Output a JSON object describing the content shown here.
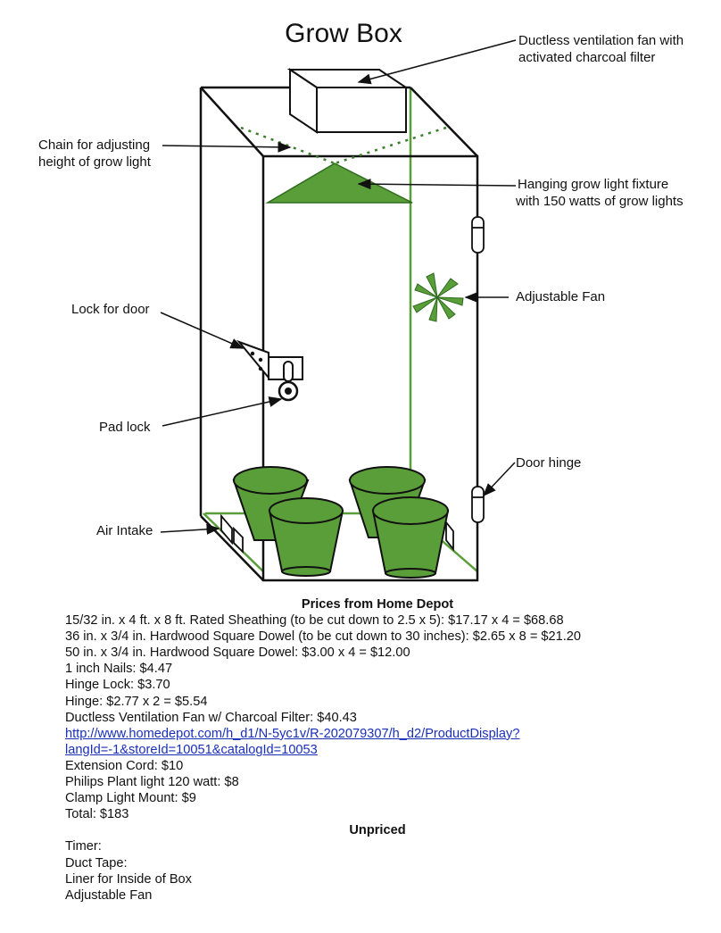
{
  "title": "Grow Box",
  "callouts": {
    "fan_filter": [
      "Ductless ventilation fan with",
      "activated charcoal filter"
    ],
    "chain": [
      "Chain for adjusting",
      "height of grow light"
    ],
    "light": [
      "Hanging grow light fixture",
      "with 150 watts of grow lights"
    ],
    "adjustable_fan": "Adjustable Fan",
    "lock": "Lock for door",
    "padlock": "Pad lock",
    "hinge": "Door hinge",
    "air_intake": "Air Intake"
  },
  "prices": {
    "heading": "Prices from Home Depot",
    "items": [
      "15/32 in. x 4 ft. x 8 ft. Rated Sheathing (to be cut down to 2.5 x 5): $17.17 x 4 = $68.68",
      "36 in. x 3/4 in. Hardwood Square Dowel (to be cut down to 30 inches): $2.65 x 8 = $21.20",
      "50 in. x 3/4 in. Hardwood Square Dowel: $3.00 x 4 = $12.00",
      "1 inch Nails: $4.47",
      "Hinge Lock: $3.70",
      "Hinge: $2.77 x 2 = $5.54",
      "Ductless Ventilation Fan w/ Charcoal Filter: $40.43"
    ],
    "link_lines": [
      "http://www.homedepot.com/h_d1/N-5yc1v/R-202079307/h_d2/ProductDisplay?",
      "langId=-1&storeId=10051&catalogId=10053"
    ],
    "items2": [
      "Extension Cord: $10",
      "Philips Plant light 120 watt: $8",
      "Clamp Light Mount: $9",
      "Total: $183"
    ]
  },
  "unpriced": {
    "heading": "Unpriced",
    "items": [
      "Timer:",
      "Duct Tape:",
      "Liner for Inside of Box",
      "Adjustable Fan"
    ]
  },
  "colors": {
    "green": "#5a9e3a",
    "dark_green": "#2e6b1e",
    "ink": "#111111",
    "link": "#1a2fb8"
  }
}
